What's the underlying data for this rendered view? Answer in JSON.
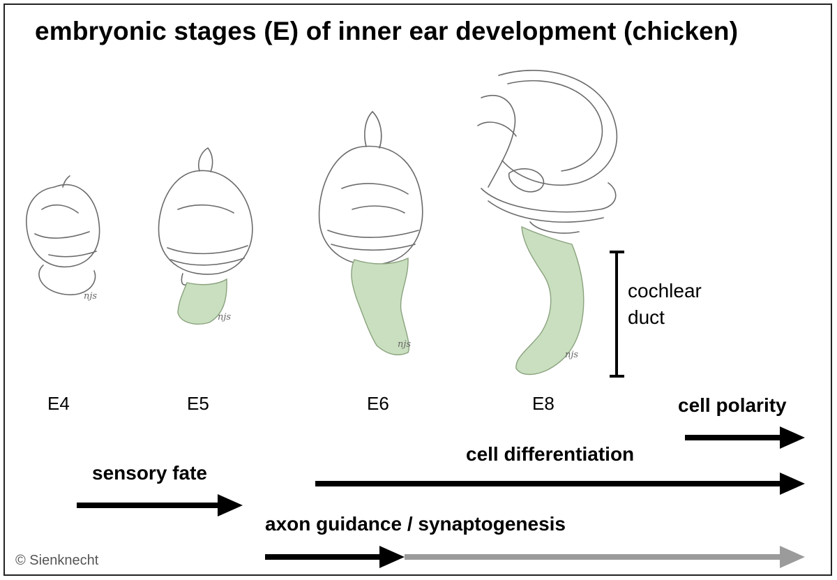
{
  "title": "embryonic stages (E) of inner ear development (chicken)",
  "stages": [
    "E4",
    "E5",
    "E6",
    "E8"
  ],
  "cochlear_label": [
    "cochlear",
    "duct"
  ],
  "processes": {
    "cell_polarity": "cell polarity",
    "cell_differentiation": "cell differentiation",
    "sensory_fate": "sensory fate",
    "axon_guidance": "axon guidance / synaptogenesis"
  },
  "copyright": "© Sienknecht",
  "signature": "njs",
  "colors": {
    "cochlear_fill": "#c9dfbf",
    "arrow_black": "#000000",
    "arrow_gray": "#9b9b9b",
    "sketch_line": "#6a6a6a"
  }
}
